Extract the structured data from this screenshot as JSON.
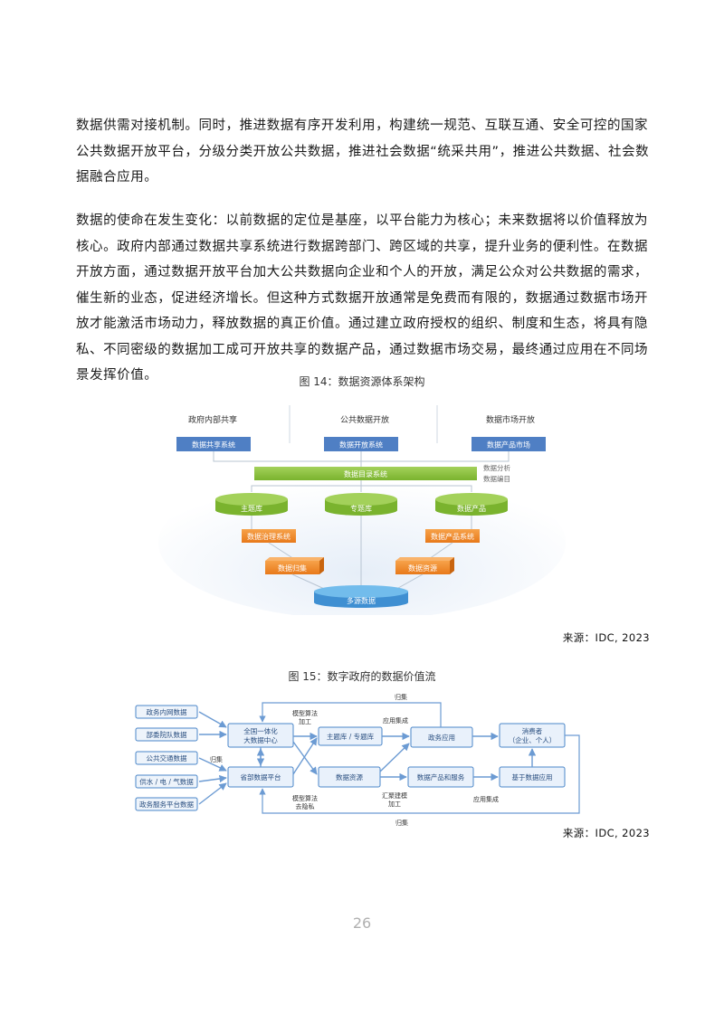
{
  "paragraphs": [
    "数据供需对接机制。同时，推进数据有序开发利用，构建统一规范、互联互通、安全可控的国家公共数据开放平台，分级分类开放公共数据，推进社会数据“统采共用”，推进公共数据、社会数据融合应用。",
    "数据的使命在发生变化：以前数据的定位是基座，以平台能力为核心；未来数据将以价值释放为核心。政府内部通过数据共享系统进行数据跨部门、跨区域的共享，提升业务的便利性。在数据开放方面，通过数据开放平台加大公共数据向企业和个人的开放，满足公众对公共数据的需求，催生新的业态，促进经济增长。但这种方式数据开放通常是免费而有限的，数据通过数据市场开放才能激活市场动力，释放数据的真正价值。通过建立政府授权的组织、制度和生态，将具有隐私、不同密级的数据加工成可开放共享的数据产品，通过数据市场交易，最终通过应用在不同场景发挥价值。"
  ],
  "figure14": {
    "caption": "图 14：数据资源体系架构",
    "source": "来源：IDC, 2023",
    "columns": [
      "政府内部共享",
      "公共数据开放",
      "数据市场开放"
    ],
    "top_boxes": [
      "数据共享系统",
      "数据开放系统",
      "数据产品市场"
    ],
    "catalog": "数据目录系统",
    "side_notes": [
      "数据分析",
      "数据编目"
    ],
    "cylinders": [
      "主题库",
      "专题库",
      "数据产品"
    ],
    "systems": [
      "数据治理系统",
      "数据产品系统"
    ],
    "stores": [
      "数据归集",
      "数据资源"
    ],
    "base": "多源数据"
  },
  "figure15": {
    "caption": "图 15：数字政府的数据价值流",
    "source": "来源：IDC, 2023",
    "sources_list": [
      "政务内网数据",
      "部委院队数据",
      "公共交通数据",
      "供水 / 电 / 气数据",
      "政务服务平台数据"
    ],
    "national_center": [
      "全国一体化",
      "大数据中心"
    ],
    "provincial_platform": "省部数据平台",
    "topic_db": "主题库 / 专题库",
    "data_resources": "数据资源",
    "gov_apps": "政务应用",
    "products_services": "数据产品和服务",
    "consumer": [
      "消费者",
      "（企业、个人）"
    ],
    "data_apps": "基于数据应用",
    "labels": {
      "collect": "归集",
      "model_algo_process": [
        "模型算法",
        "加工"
      ],
      "app_integration": "应用集成",
      "model_algo_privacy": [
        "模型算法",
        "去隐私"
      ],
      "aggregate_model": [
        "汇聚建模",
        "加工"
      ]
    }
  },
  "page_number": "26",
  "colors": {
    "blue_box": "#4f7fc4",
    "green": "#8cc63f",
    "orange": "#ee8422",
    "light_blue": "#5aa7e0",
    "flow_box_fill": "#e9f1fb",
    "flow_box_stroke": "#4a86c8",
    "arrow": "#6c9bd3"
  }
}
